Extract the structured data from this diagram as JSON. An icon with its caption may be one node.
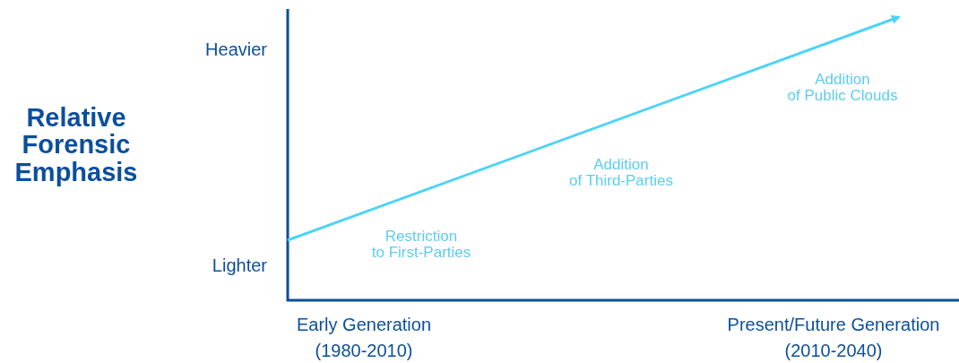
{
  "diagram": {
    "labels": [
      "Heavier",
      "Addition of Public Clouds",
      "Relative Forensic Emphasis",
      "Addition of Third-Parties",
      "Restriction to First-Parties",
      "Lighter",
      "Early Generation (1980-2010)",
      "Present/Future Generation (2010-2040)"
    ]
  }
}
